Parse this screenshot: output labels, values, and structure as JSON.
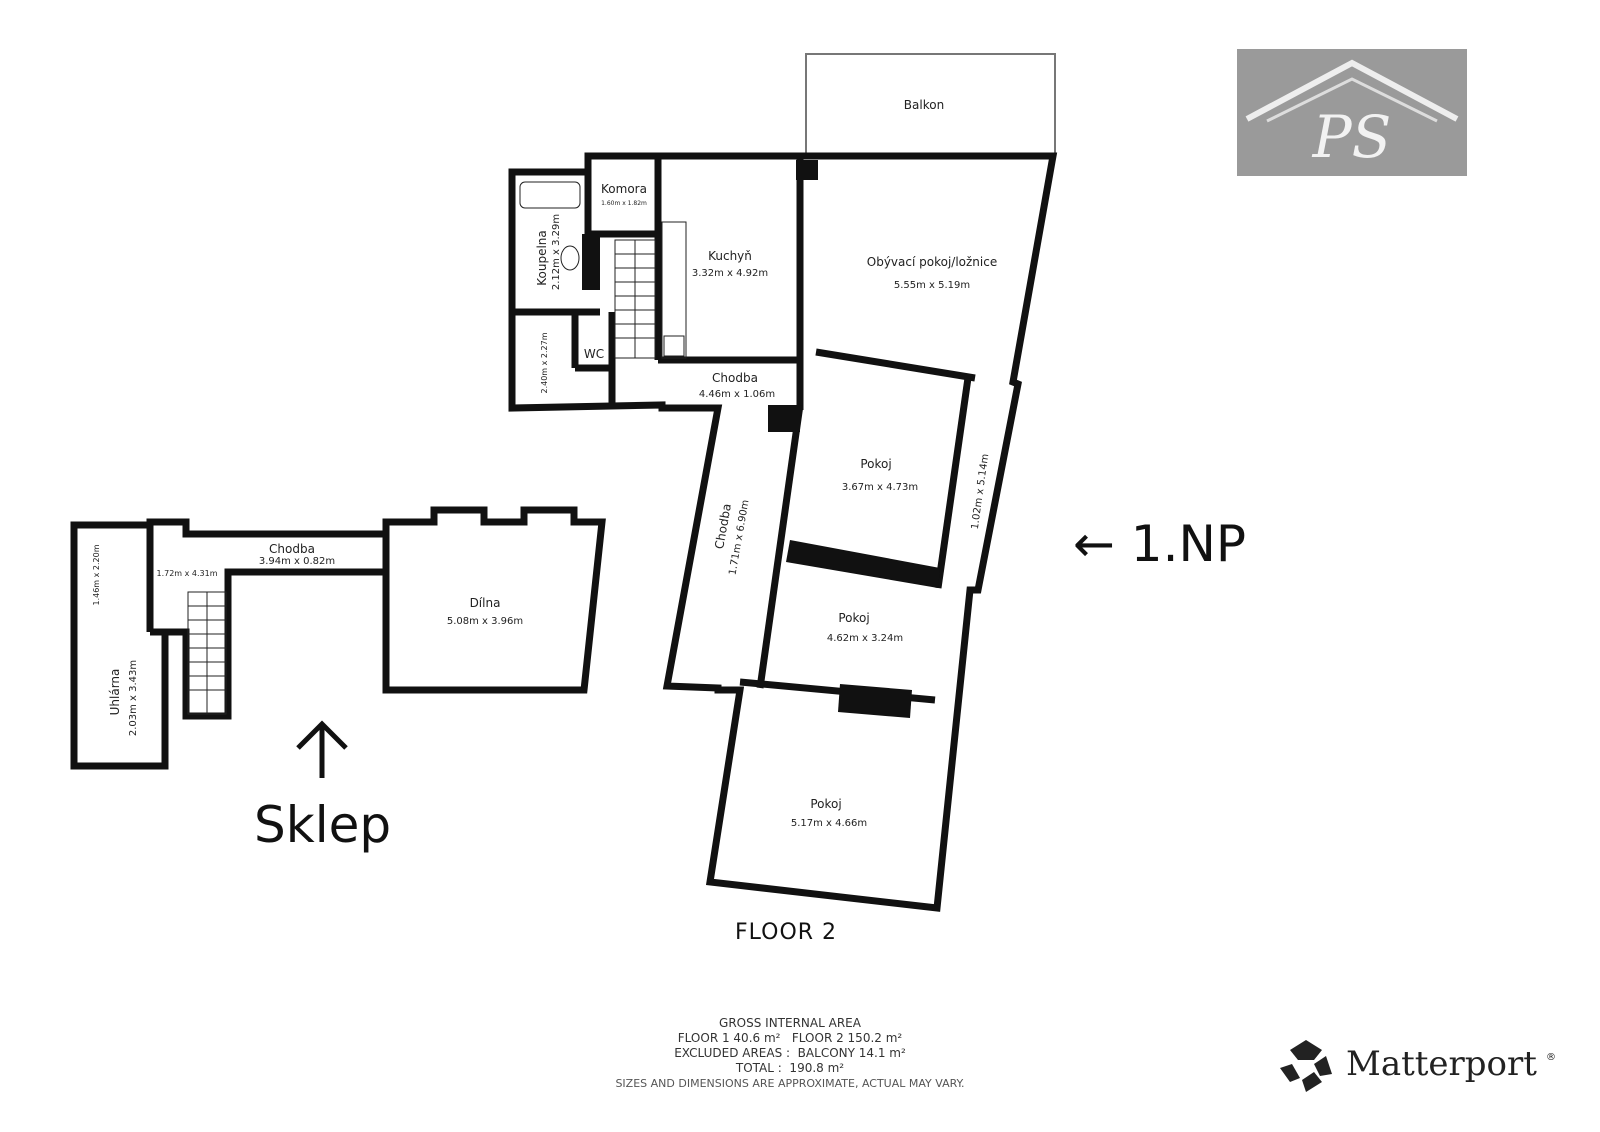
{
  "floor2": {
    "balkon": "Balkon",
    "komora": {
      "name": "Komora",
      "size": "1.60m x 1.82m"
    },
    "koupelna": {
      "name": "Koupelna",
      "size": "2.12m x 3.29m"
    },
    "kuchyn": {
      "name": "Kuchyň",
      "size": "3.32m x 4.92m"
    },
    "obyvaci": {
      "name": "Obývací pokoj/ložnice",
      "size": "5.55m x 5.19m"
    },
    "wc": {
      "name": "WC"
    },
    "predsin": {
      "size": "2.40m x 2.27m"
    },
    "chodba1": {
      "name": "Chodba",
      "size": "4.46m x 1.06m"
    },
    "chodba2": {
      "name": "Chodba",
      "size": "1.71m x 6.90m"
    },
    "pokoj1": {
      "name": "Pokoj",
      "size": "3.67m x 4.73m"
    },
    "narrow": {
      "size": "1.02m x 5.14m"
    },
    "pokoj2": {
      "name": "Pokoj",
      "size": "4.62m x 3.24m"
    },
    "pokoj3": {
      "name": "Pokoj",
      "size": "5.17m x 4.66m"
    },
    "label": "FLOOR 2"
  },
  "floor1": {
    "uhlarna": {
      "name": "Uhlárna",
      "size": "2.03m x 3.43m"
    },
    "uhlarna_small": {
      "size": "1.46m x 2.20m"
    },
    "hall": {
      "size": "1.72m x 4.31m"
    },
    "chodba": {
      "name": "Chodba",
      "size": "3.94m x 0.82m"
    },
    "dilna": {
      "name": "Dílna",
      "size": "5.08m x 3.96m"
    }
  },
  "annotations": {
    "np1": "← 1.NP",
    "sklep": "Sklep"
  },
  "area": {
    "title": "GROSS INTERNAL AREA",
    "floors": "FLOOR 1 40.6 m²   FLOOR 2 150.2 m²",
    "excluded": "EXCLUDED AREAS :  BALCONY 14.1 m²",
    "total": "TOTAL :  190.8 m²",
    "note": "SIZES AND DIMENSIONS ARE APPROXIMATE, ACTUAL MAY VARY."
  },
  "logo": {
    "initials": "PS"
  },
  "brand": {
    "name": "Matterport",
    "mark": "®"
  }
}
